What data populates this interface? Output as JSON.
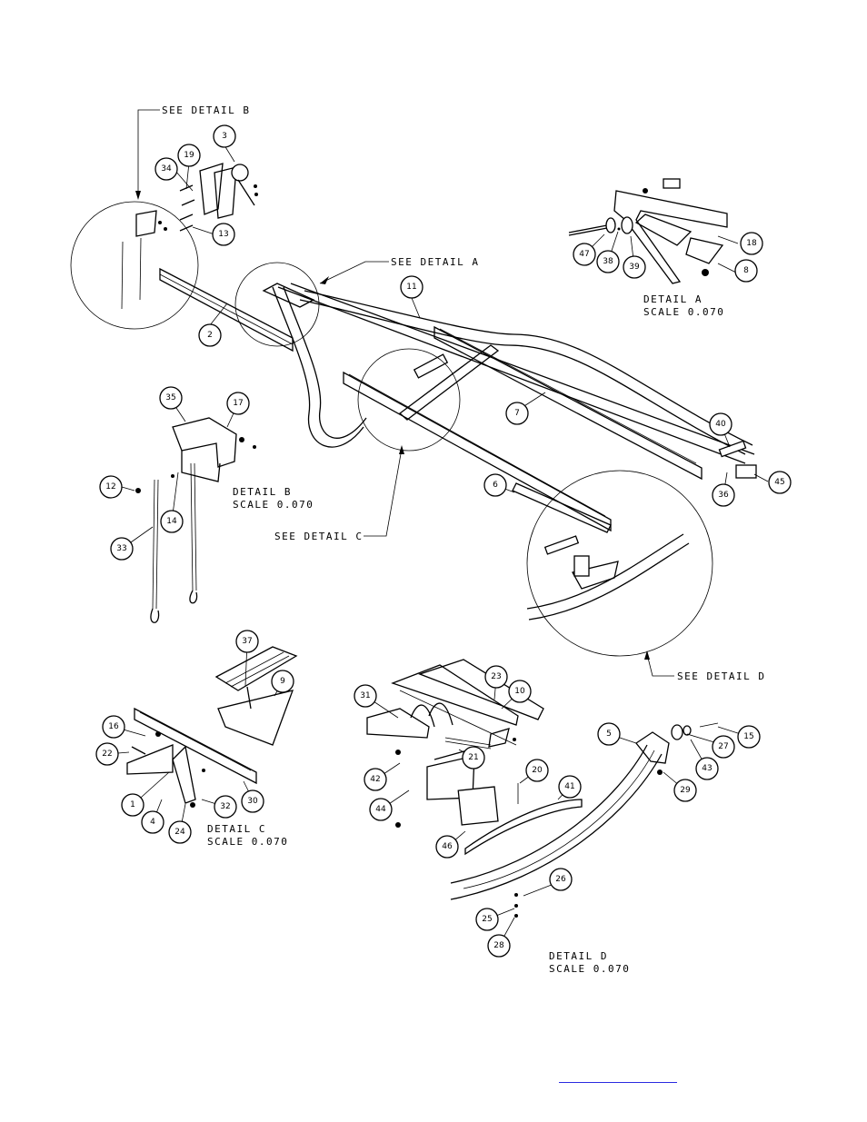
{
  "colors": {
    "ink": "#000000",
    "paper": "#ffffff",
    "link": "#2a2ae0"
  },
  "callouts": [
    {
      "id": "see-detail-b",
      "text": "SEE DETAIL  B"
    },
    {
      "id": "see-detail-a",
      "text": "SEE DETAIL  A"
    },
    {
      "id": "see-detail-c",
      "text": "SEE DETAIL  C"
    },
    {
      "id": "see-detail-d",
      "text": "SEE DETAIL  D"
    }
  ],
  "details": [
    {
      "id": "a",
      "title": "DETAIL  A",
      "scale": "SCALE  0.070"
    },
    {
      "id": "b",
      "title": "DETAIL  B",
      "scale": "SCALE  0.070"
    },
    {
      "id": "c",
      "title": "DETAIL  C",
      "scale": "SCALE  0.070"
    },
    {
      "id": "d",
      "title": "DETAIL  D",
      "scale": "SCALE  0.070"
    }
  ],
  "balloons": [
    "1",
    "2",
    "3",
    "4",
    "5",
    "6",
    "7",
    "8",
    "9",
    "10",
    "11",
    "12",
    "13",
    "14",
    "15",
    "16",
    "17",
    "18",
    "19",
    "20",
    "21",
    "22",
    "23",
    "24",
    "25",
    "26",
    "27",
    "28",
    "29",
    "30",
    "31",
    "32",
    "33",
    "34",
    "35",
    "36",
    "37",
    "38",
    "39",
    "40",
    "41",
    "42",
    "43",
    "44",
    "45",
    "46",
    "47"
  ]
}
